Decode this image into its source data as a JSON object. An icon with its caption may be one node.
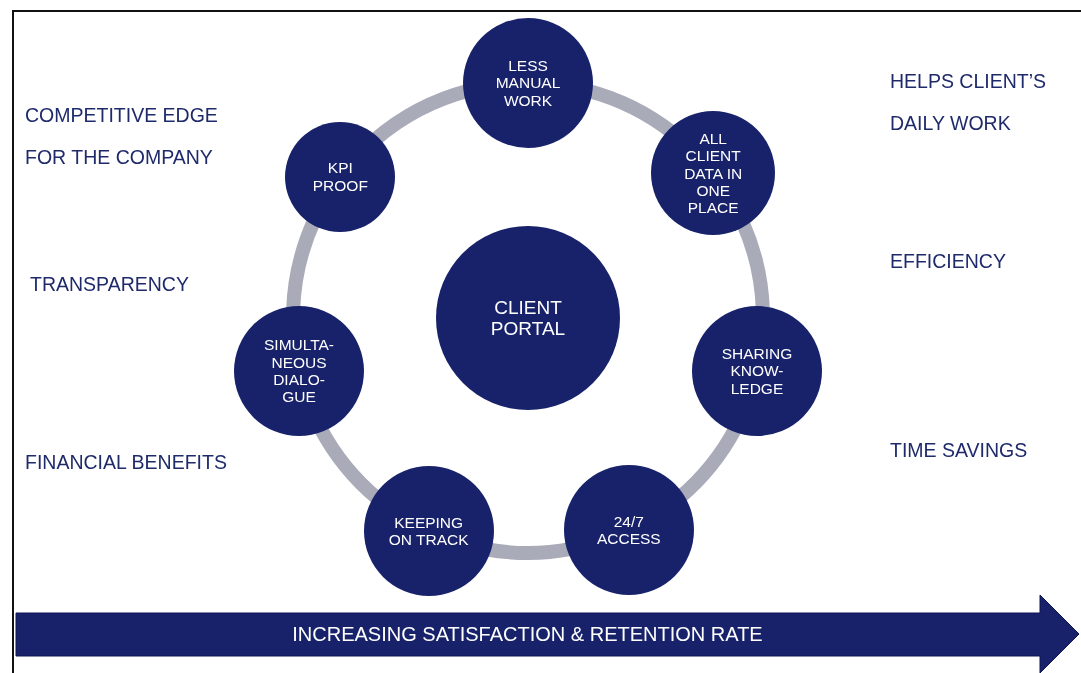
{
  "diagram": {
    "nodes": [
      {
        "text": [
          "LESS MANUAL WORK"
        ]
      },
      {
        "text": [
          "KPI PROOF"
        ]
      },
      {
        "text": [
          "ALL CLIENT DATA IN ONE PLACE"
        ]
      },
      {
        "text": [
          "CLIENT PORTAL"
        ]
      },
      {
        "text": [
          "SIMULTA- NEOUS DIALO- GUE"
        ]
      },
      {
        "text": [
          "SHARING KNOW- LEDGE"
        ]
      },
      {
        "text": [
          "KEEPING ON TRACK"
        ]
      },
      {
        "text": [
          "24/7 ACCESS"
        ]
      },
      {
        "text": [
          "INCREASING SATISFACTION & RETENTION RATE"
        ]
      }
    ],
    "edges": [
      {
        "from": 0,
        "to": 2,
        "arrow": "none"
      },
      {
        "from": 2,
        "to": 5,
        "arrow": "none"
      },
      {
        "from": 5,
        "to": 7,
        "arrow": "none"
      },
      {
        "from": 7,
        "to": 6,
        "arrow": "none"
      },
      {
        "from": 6,
        "to": 4,
        "arrow": "none"
      },
      {
        "from": 4,
        "to": 1,
        "arrow": "none"
      },
      {
        "from": 1,
        "to": 0,
        "arrow": "none"
      }
    ],
    "labels": [
      "COMPETITIVE EDGE FOR THE COMPANY",
      "HELPS CLIENT’S DAILY WORK",
      "EFFICIENCY",
      "TRANSPARENCY",
      "FINANCIAL BENEFITS",
      "TIME SAVINGS"
    ]
  }
}
